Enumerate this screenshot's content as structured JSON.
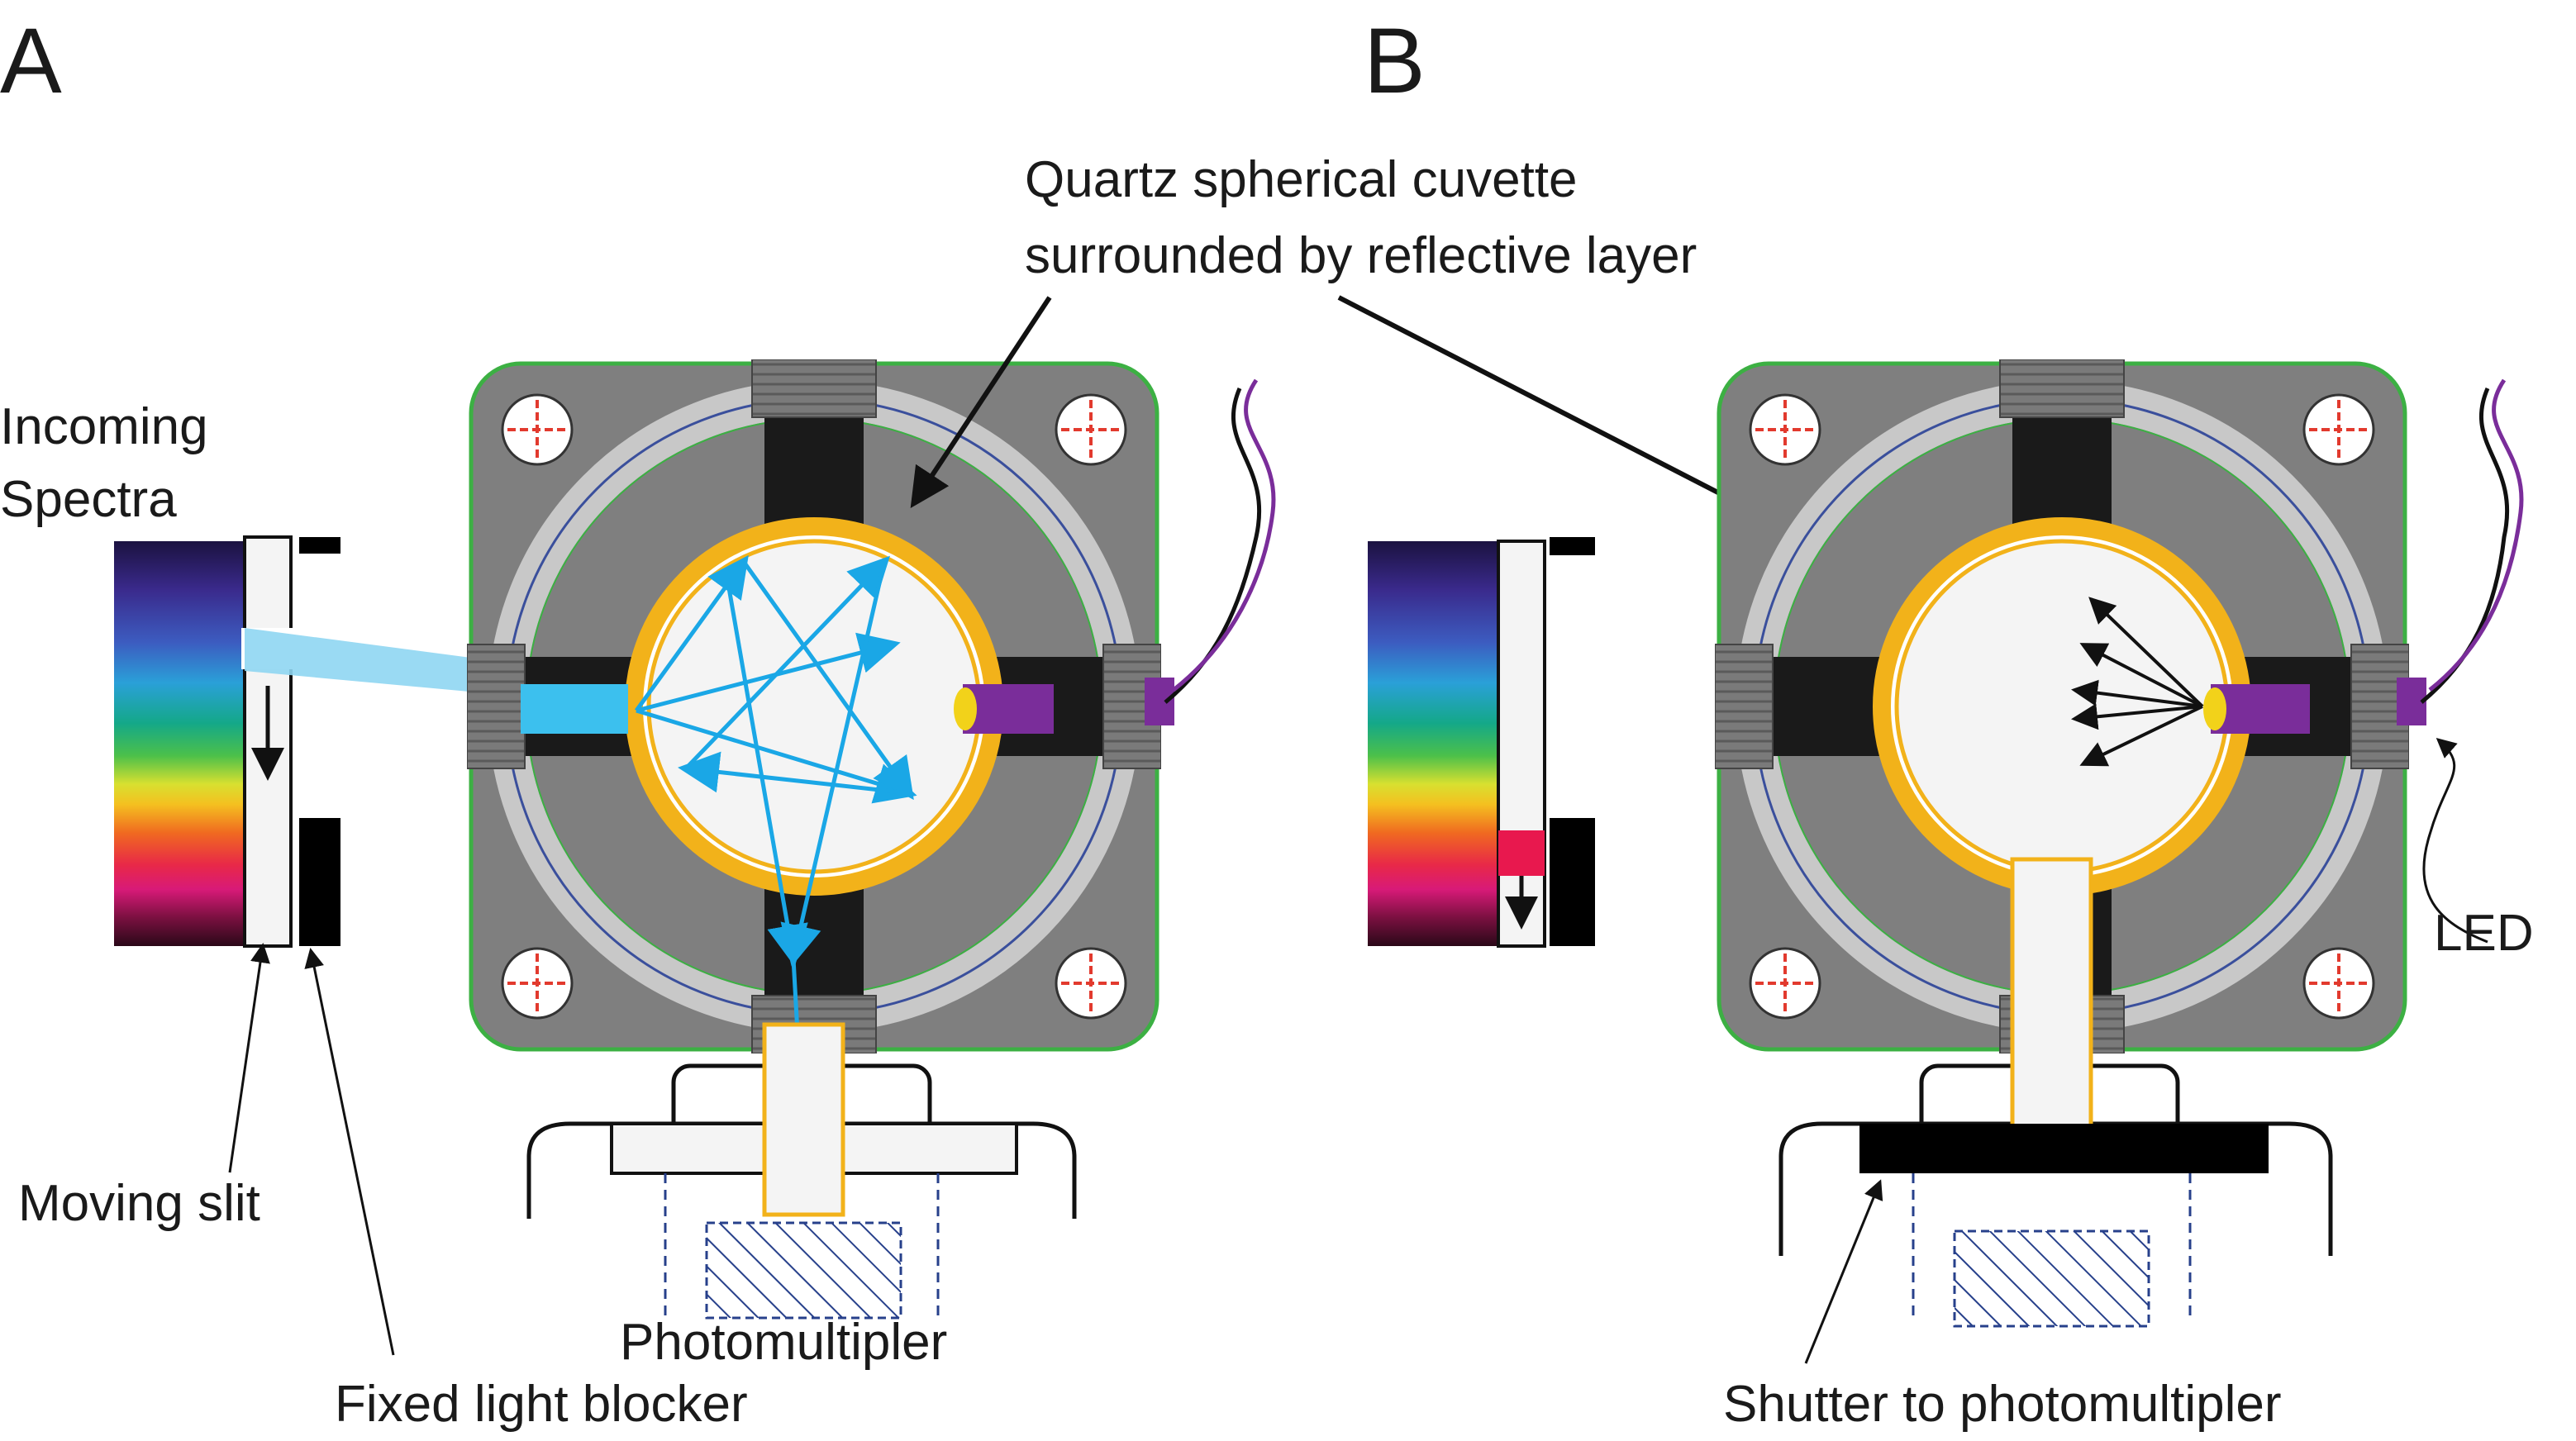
{
  "panels": {
    "a": "A",
    "b": "B"
  },
  "labels": {
    "cuvette_line1": "Quartz spherical cuvette",
    "cuvette_line2": "surrounded by reflective layer",
    "incoming_line1": "Incoming",
    "incoming_line2": "Spectra",
    "moving_slit": "Moving slit",
    "fixed_blocker": "Fixed light blocker",
    "photomultiplier": "Photomultipler",
    "led": "LED",
    "shutter": "Shutter to photomultipler"
  },
  "colors": {
    "housing": "#7f7f7f",
    "reflective_ring": "#c8c8c8",
    "gold_layer": "#f2b21a",
    "light_ray": "#1aa7e6",
    "led_body": "#7a2d9a",
    "outline_green": "#3cb043",
    "target_red": "#e23a2e",
    "hatch_blue": "#27408b"
  },
  "icons": {
    "panel_a_device": "spectrofluorimeter-cross-section",
    "panel_b_device": "spectrofluorimeter-cross-section",
    "spectrum": "color-spectrum-strip",
    "light_rays": "reflected-light-rays",
    "led": "led-wire",
    "photomultiplier": "photomultiplier-hatched"
  }
}
